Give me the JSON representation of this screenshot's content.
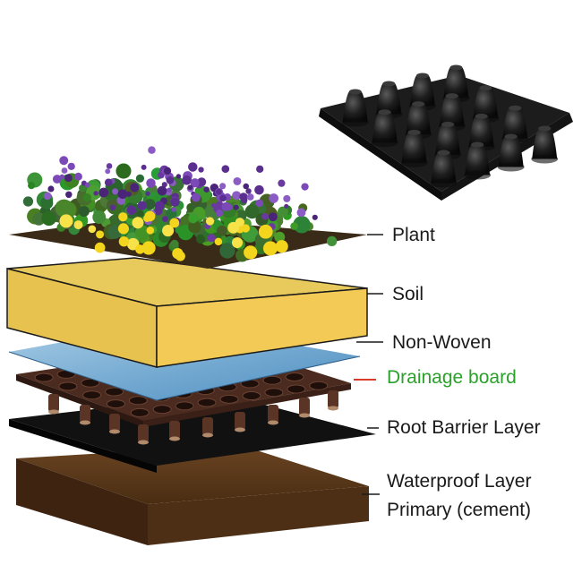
{
  "layers": [
    {
      "id": "plant",
      "label": "Plant",
      "color": "#1a1a1a"
    },
    {
      "id": "soil",
      "label": "Soil",
      "color": "#1a1a1a"
    },
    {
      "id": "nonwoven",
      "label": "Non-Woven",
      "color": "#1a1a1a"
    },
    {
      "id": "drainage",
      "label": "Drainage board",
      "color": "#2aa12a",
      "highlighted": true
    },
    {
      "id": "root",
      "label": "Root Barrier Layer",
      "color": "#1a1a1a"
    },
    {
      "id": "waterproof",
      "label_line1": "Waterproof Layer",
      "label_line2": "Primary (cement)",
      "color": "#1a1a1a"
    }
  ],
  "colors": {
    "soil_top": "#e6c557",
    "soil_front": "#f0c850",
    "nonwoven": "#7fb3d8",
    "drainage": "#4a2a1e",
    "root_barrier": "#141414",
    "waterproof": "#5a3818",
    "leader_highlight": "#d93a2a"
  }
}
